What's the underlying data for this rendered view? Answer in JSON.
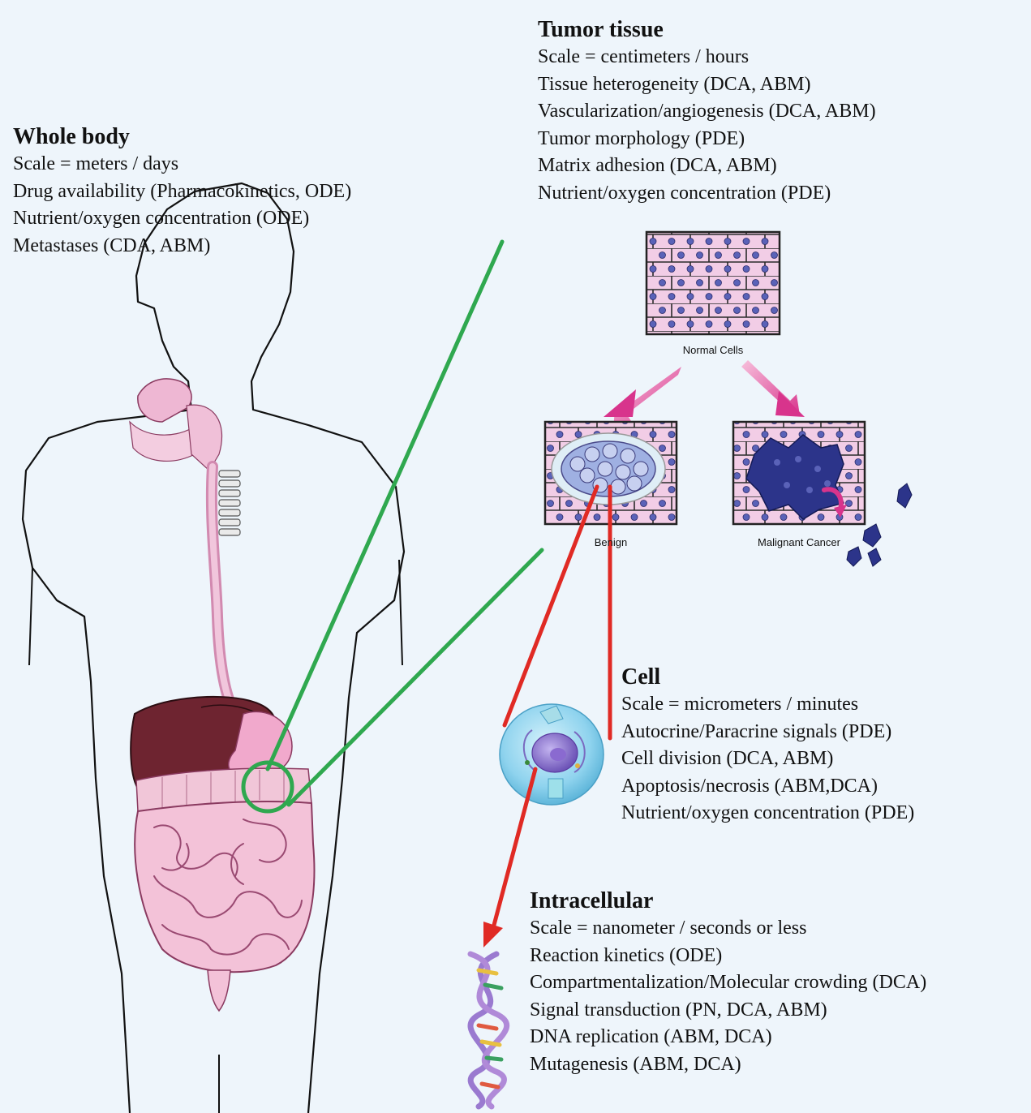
{
  "whole_body": {
    "title": "Whole body",
    "lines": [
      "Scale = meters / days",
      "Drug availability (Pharmacokinetics, ODE)",
      "Nutrient/oxygen concentration (ODE)",
      "Metastases (CDA, ABM)"
    ]
  },
  "tumor_tissue": {
    "title": "Tumor tissue",
    "lines": [
      "Scale = centimeters / hours",
      "Tissue heterogeneity (DCA, ABM)",
      "Vascularization/angiogenesis (DCA, ABM)",
      "Tumor morphology (PDE)",
      "Matrix adhesion (DCA, ABM)",
      "Nutrient/oxygen concentration (PDE)"
    ]
  },
  "cell": {
    "title": "Cell",
    "lines": [
      "Scale = micrometers / minutes",
      "Autocrine/Paracrine signals (PDE)",
      "Cell division (DCA, ABM)",
      "Apoptosis/necrosis (ABM,DCA)",
      "Nutrient/oxygen concentration (PDE)"
    ]
  },
  "intracellular": {
    "title": "Intracellular",
    "lines": [
      "Scale = nanometer / seconds or less",
      "Reaction kinetics (ODE)",
      "Compartmentalization/Molecular crowding (DCA)",
      "Signal transduction (PN, DCA, ABM)",
      "DNA replication (ABM, DCA)",
      "Mutagenesis (ABM, DCA)"
    ]
  },
  "tissue_labels": {
    "normal": "Normal Cells",
    "benign": "Benign",
    "malignant": "Malignant Cancer"
  },
  "colors": {
    "background": "#eef5fb",
    "green_connector": "#2fa84f",
    "red_connector": "#e02a24",
    "tissue_pink": "#f2cde6",
    "nucleus_blue": "#5a62b8",
    "arrow_magenta": "#d8348c",
    "liver": "#6e2430",
    "digestive_pink": "#eeb7d3"
  },
  "icons": [
    "human-body-illustration",
    "normal-cells-tissue",
    "benign-tumor-tissue",
    "malignant-cancer-tissue",
    "cell-illustration",
    "dna-helix"
  ]
}
